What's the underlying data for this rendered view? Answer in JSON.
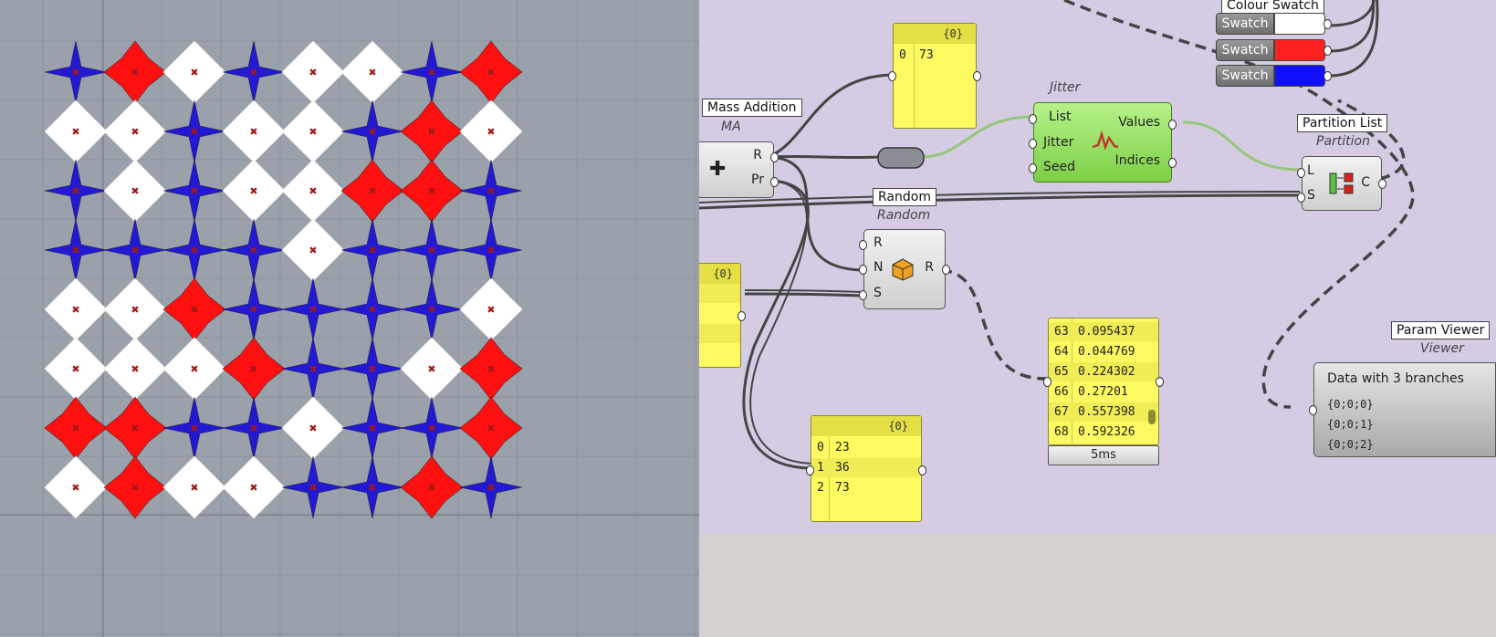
{
  "viewport": {
    "bg_color": "#9aa1aa",
    "grid_color": "#8c939c",
    "colors": {
      "blue": "#2319d2",
      "red": "#ff1010",
      "white": "#ffffff",
      "marker": "#a01818"
    },
    "rows": [
      [
        "B",
        "R",
        "W",
        "B",
        "W",
        "W",
        "B",
        "R"
      ],
      [
        "W",
        "W",
        "B",
        "W",
        "W",
        "B",
        "R",
        "W"
      ],
      [
        "B",
        "W",
        "B",
        "W",
        "W",
        "R",
        "R",
        "B"
      ],
      [
        "B",
        "B",
        "B",
        "B",
        "W",
        "B",
        "B",
        "B"
      ],
      [
        "W",
        "W",
        "R",
        "B",
        "B",
        "B",
        "B",
        "W"
      ],
      [
        "W",
        "W",
        "W",
        "R",
        "B",
        "B",
        "W",
        "R"
      ],
      [
        "R",
        "R",
        "B",
        "B",
        "W",
        "B",
        "B",
        "R"
      ],
      [
        "W",
        "R",
        "W",
        "W",
        "B",
        "B",
        "R",
        "B"
      ]
    ]
  },
  "canvas": {
    "bg_color": "#d5cce3",
    "colour_swatch": {
      "title": "Colour Swatch",
      "swatches": [
        {
          "label": "Swatch",
          "color": "#ffffff"
        },
        {
          "label": "Swatch",
          "color": "#ff2020"
        },
        {
          "label": "Swatch",
          "color": "#1010ff"
        }
      ]
    },
    "panel_top": {
      "path": "{0}",
      "rows": [
        {
          "i": "0",
          "v": "73"
        }
      ]
    },
    "mass_addition": {
      "tag": "Mass Addition",
      "nick": "MA",
      "inputs": [
        "R",
        "Pr"
      ]
    },
    "jitter": {
      "nick": "Jitter",
      "inputs": [
        "List",
        "Jitter",
        "Seed"
      ],
      "outputs": [
        "Values",
        "Indices"
      ]
    },
    "partition": {
      "tag": "Partition List",
      "nick": "Partition",
      "inputs": [
        "L",
        "S"
      ],
      "outputs": [
        "C"
      ]
    },
    "random": {
      "tag": "Random",
      "nick": "Random",
      "inputs": [
        "R",
        "N",
        "S"
      ],
      "outputs": [
        "R"
      ]
    },
    "panel_left": {
      "path": "{0}"
    },
    "panel_random": {
      "rows": [
        {
          "i": "63",
          "v": "0.095437"
        },
        {
          "i": "64",
          "v": "0.044769"
        },
        {
          "i": "65",
          "v": "0.224302"
        },
        {
          "i": "66",
          "v": "0.27201"
        },
        {
          "i": "67",
          "v": "0.557398"
        },
        {
          "i": "68",
          "v": "0.592326"
        }
      ],
      "timing": "5ms"
    },
    "panel_bottom": {
      "path": "{0}",
      "rows": [
        {
          "i": "0",
          "v": "23"
        },
        {
          "i": "1",
          "v": "36"
        },
        {
          "i": "2",
          "v": "73"
        }
      ]
    },
    "param_viewer": {
      "tag": "Param Viewer",
      "nick": "Viewer",
      "title": "Data with 3 branches",
      "branches": [
        "{0;0;0}",
        "{0;0;1}",
        "{0;0;2}"
      ]
    }
  }
}
